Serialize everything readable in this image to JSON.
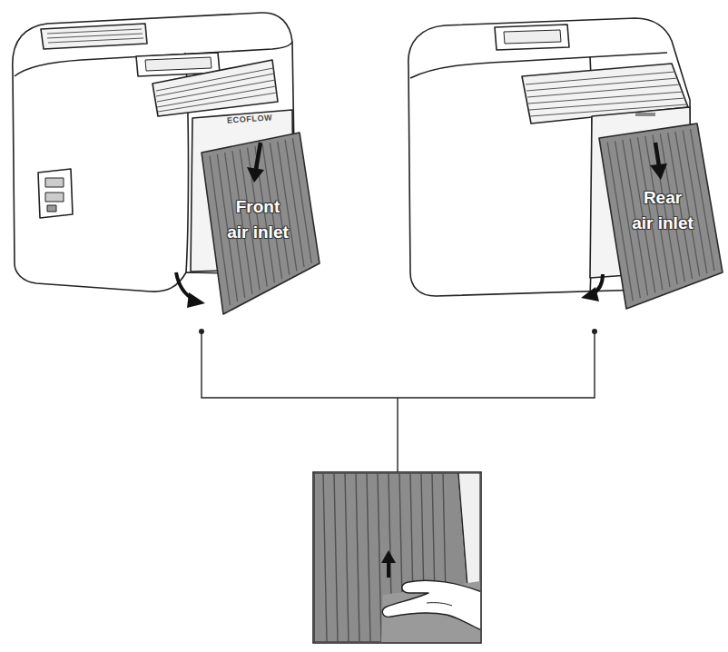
{
  "diagram": {
    "nodes": [
      {
        "text": [
          "Front air inlet"
        ]
      },
      {
        "text": [
          "Rear air inlet"
        ]
      }
    ],
    "labels": [
      "ECOFLOW"
    ]
  }
}
